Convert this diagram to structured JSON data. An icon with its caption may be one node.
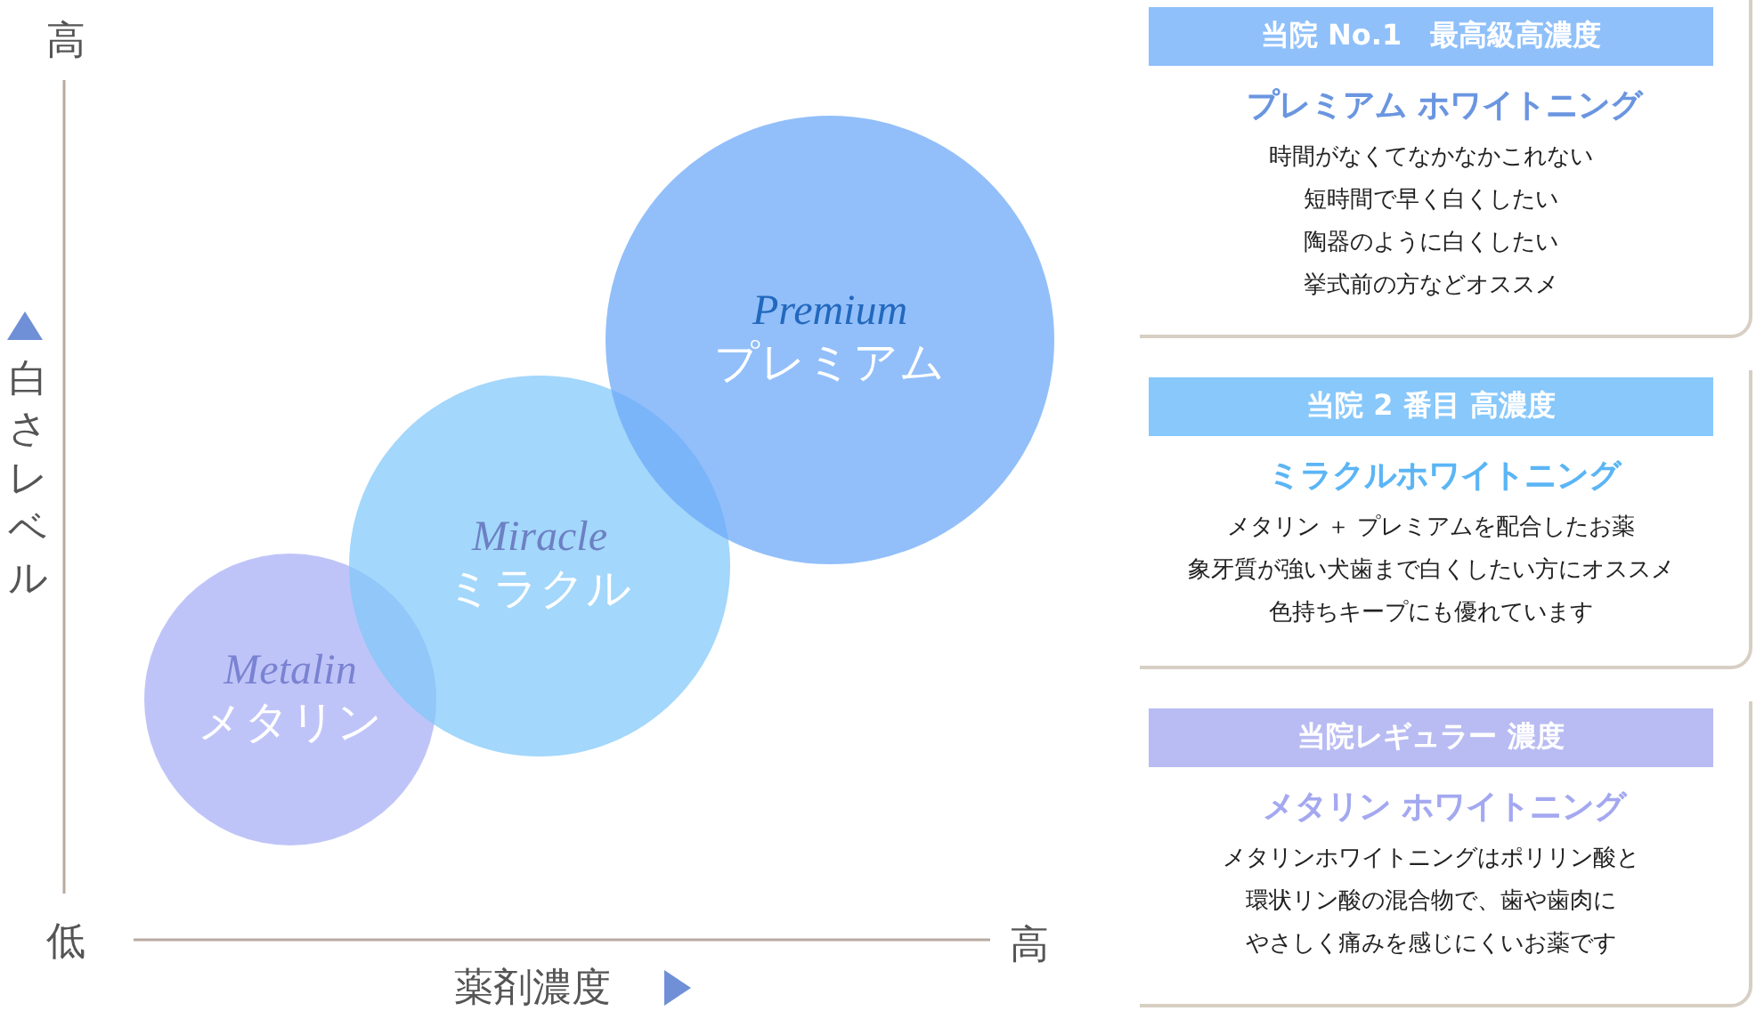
{
  "diagram": {
    "nodes": [
      {
        "text": [
          "Premium",
          "プレミアム"
        ]
      },
      {
        "text": [
          "Miracle",
          "ミラクル"
        ]
      },
      {
        "text": [
          "Metalin",
          "メタリン"
        ]
      },
      {
        "text": [
          "当院 No.1　最高級高濃度",
          "プレミアム ホワイトニング",
          "時間がなくてなかなかこれない",
          "短時間で早く白くしたい",
          "陶器のように白くしたい",
          "挙式前の方などオススメ"
        ]
      },
      {
        "text": [
          "当院 2 番目 高濃度",
          "ミラクルホワイトニング",
          "メタリン ＋ プレミアムを配合したお薬",
          "象牙質が強い犬歯まで白くしたい方にオススメ",
          "色持ちキープにも優れています"
        ]
      },
      {
        "text": [
          "当院レギュラー 濃度",
          "メタリン ホワイトニング",
          "メタリンホワイトニングはポリリン酸と",
          "環状リン酸の混合物で、歯や歯肉に",
          "やさしく痛みを感じにくいお薬です"
        ]
      }
    ],
    "edges": [],
    "labels": [
      "高",
      "白さレベル",
      "低",
      "薬剤濃度",
      "高"
    ]
  }
}
